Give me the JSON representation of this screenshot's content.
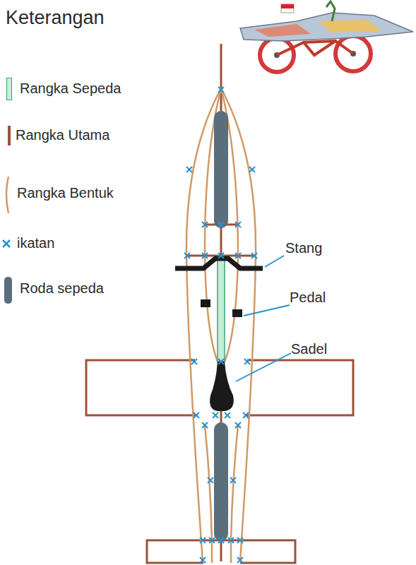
{
  "diagram": {
    "title": "Keterangan",
    "labels": [
      "Stang",
      "Pedal",
      "Sadel"
    ],
    "legend": [
      {
        "text": "Rangka Sepeda",
        "color": "#c8ecd6"
      },
      {
        "text": "Rangka Utama"
      },
      {
        "text": "Rangka Bentuk"
      },
      {
        "text": "ikatan"
      },
      {
        "text": "Roda sepeda",
        "color": "#5b6e7b"
      }
    ]
  }
}
